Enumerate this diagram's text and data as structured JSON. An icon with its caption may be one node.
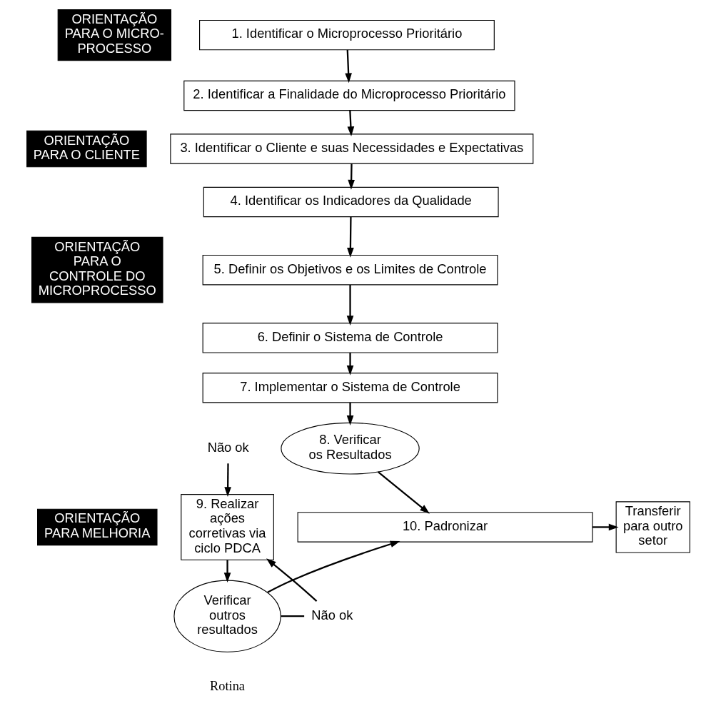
{
  "diagram": {
    "nodes": [
      {
        "text": [
          "ORIENTAÇÃO PARA O MICRO- PROCESSO"
        ]
      },
      {
        "text": [
          "1. Identificar o Microprocesso Prioritário"
        ]
      },
      {
        "text": [
          "2. Identificar a Finalidade do Microprocesso Prioritário"
        ]
      },
      {
        "text": [
          "ORIENTAÇÃO PARA O CLIENTE"
        ]
      },
      {
        "text": [
          "3. Identificar o Cliente e suas Necessidades e Expectativas"
        ]
      },
      {
        "text": [
          "4. Identificar os Indicadores da Qualidade"
        ]
      },
      {
        "text": [
          "ORIENTAÇÃO PARA O CONTROLE DO MICROPROCESSO"
        ]
      },
      {
        "text": [
          "5. Definir os Objetivos e os Limites de Controle"
        ]
      },
      {
        "text": [
          "6. Definir o Sistema de Controle"
        ]
      },
      {
        "text": [
          "7. Implementar o Sistema de Controle"
        ]
      },
      {
        "text": [
          "ORIENTAÇÃO PARA MELHORIA"
        ]
      },
      {
        "text": [
          "Não ok"
        ]
      },
      {
        "text": [
          "9. Realizar ações corretivas via ciclo PDCA"
        ]
      },
      {
        "text": [
          "8. Verificar os Resultados"
        ]
      },
      {
        "text": [
          "10. Padronizar"
        ]
      },
      {
        "text": [
          "Transferir para outro setor"
        ]
      },
      {
        "text": [
          "Verificar outros resultados"
        ]
      },
      {
        "text": [
          "Não ok"
        ]
      }
    ],
    "edges": [
      {
        "from": 1,
        "to": 2,
        "arrow": "to"
      },
      {
        "from": 2,
        "to": 4,
        "arrow": "to"
      },
      {
        "from": 4,
        "to": 5,
        "arrow": "to"
      },
      {
        "from": 5,
        "to": 7,
        "arrow": "to"
      },
      {
        "from": 7,
        "to": 8,
        "arrow": "to"
      },
      {
        "from": 8,
        "to": 9,
        "arrow": "to"
      },
      {
        "from": 9,
        "to": 13,
        "arrow": "to"
      },
      {
        "from": 11,
        "to": 12,
        "arrow": "to"
      },
      {
        "from": 13,
        "to": 14,
        "arrow": "to"
      },
      {
        "from": 14,
        "to": 15,
        "arrow": "to"
      },
      {
        "from": 16,
        "to": 14,
        "arrow": "to"
      },
      {
        "from": 12,
        "to": 16,
        "arrow": "to"
      },
      {
        "from": 17,
        "to": 12,
        "arrow": "to"
      },
      {
        "from": 16,
        "to": 17,
        "arrow": "none"
      }
    ],
    "labels": [
      "Rotina"
    ]
  }
}
